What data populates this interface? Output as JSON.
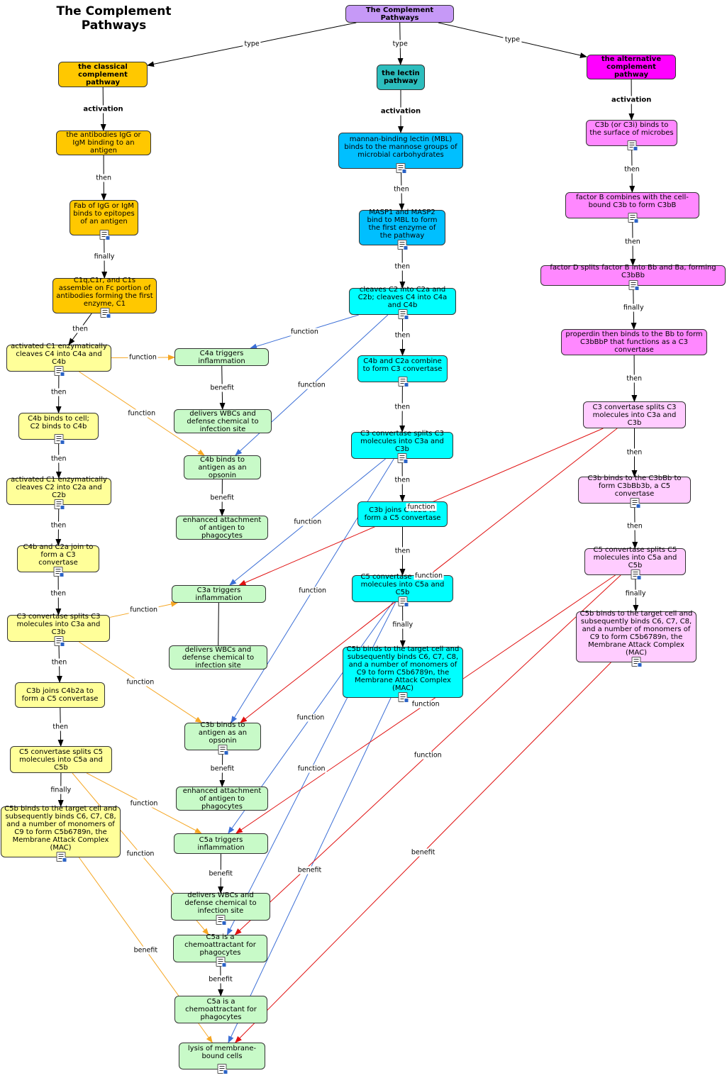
{
  "title": "The Complement\nPathways",
  "colors": {
    "black": "#000000",
    "orange": "#f5a623",
    "blue": "#3c6fd6",
    "red": "#e01010"
  },
  "nodes": [
    {
      "id": "root",
      "text": "The Complement Pathways",
      "fill": "#c699f7",
      "bold": true
    },
    {
      "id": "classical",
      "text": "the classical complement pathway",
      "fill": "#ffc800",
      "bold": true
    },
    {
      "id": "lectin",
      "text": "the lectin pathway",
      "fill": "#2cbdbd",
      "bold": true
    },
    {
      "id": "alt",
      "text": "the alternative complement pathway",
      "fill": "#ff00ff",
      "bold": true
    },
    {
      "id": "cl1",
      "text": "the antibodies IgG or IgM binding to an antigen",
      "fill": "#ffc800"
    },
    {
      "id": "cl2",
      "text": "Fab of IgG or IgM binds to epitopes of an antigen",
      "fill": "#ffc800",
      "icon": true
    },
    {
      "id": "cl3",
      "text": "C1q,C1r, and C1s assemble on Fc portion of antibodies forming the first enzyme, C1",
      "fill": "#ffc800",
      "icon": true
    },
    {
      "id": "cy1",
      "text": "activated C1 enzymatically cleaves C4 into C4a and C4b",
      "fill": "#ffff99",
      "icon": true
    },
    {
      "id": "cy2",
      "text": "C4b binds to cell; C2 binds to C4b",
      "fill": "#ffff99",
      "icon": true
    },
    {
      "id": "cy3",
      "text": "activated C1 enzymatically cleaves C2 into C2a and C2b",
      "fill": "#ffff99",
      "icon": true
    },
    {
      "id": "cy4",
      "text": "C4b and C2a join to form a C3 convertase",
      "fill": "#ffff99",
      "icon": true
    },
    {
      "id": "cy5",
      "text": "C3 convertase splits C3 molecules into C3a and C3b",
      "fill": "#ffff99",
      "icon": true
    },
    {
      "id": "cy6",
      "text": "C3b joins C4b2a to form a C5 convertase",
      "fill": "#ffff99"
    },
    {
      "id": "cy7",
      "text": "C5 convertase splits C5 molecules into C5a and C5b",
      "fill": "#ffff99"
    },
    {
      "id": "cy8",
      "text": "C5b binds to the target cell and subsequently binds C6, C7, C8, and a number of monomers of C9 to form C5b6789n, the Membrane Attack Complex (MAC)",
      "fill": "#ffff99",
      "icon": true
    },
    {
      "id": "g1",
      "text": "C4a triggers inflammation",
      "fill": "#c8fac8"
    },
    {
      "id": "g2",
      "text": "delivers WBCs and defense chemical to infection site",
      "fill": "#c8fac8"
    },
    {
      "id": "g3",
      "text": "C4b binds to antigen as an opsonin",
      "fill": "#c8fac8"
    },
    {
      "id": "g4",
      "text": "enhanced attachment of antigen to phagocytes",
      "fill": "#c8fac8"
    },
    {
      "id": "g5",
      "text": "C3a triggers inflammation",
      "fill": "#c8fac8"
    },
    {
      "id": "g6",
      "text": "delivers WBCs and defense chemical to infection site",
      "fill": "#c8fac8"
    },
    {
      "id": "g7",
      "text": "C3b binds to antigen as an opsonin",
      "fill": "#c8fac8",
      "icon": true
    },
    {
      "id": "g8",
      "text": "enhanced attachment of antigen to phagocytes",
      "fill": "#c8fac8"
    },
    {
      "id": "g9",
      "text": "C5a triggers inflammation",
      "fill": "#c8fac8"
    },
    {
      "id": "g10",
      "text": "delivers WBCs and defense chemical to infection site",
      "fill": "#c8fac8",
      "icon": true
    },
    {
      "id": "g11",
      "text": "C5a is a chemoattractant for phagocytes",
      "fill": "#c8fac8",
      "icon": true
    },
    {
      "id": "g12",
      "text": "C5a is a chemoattractant for phagocytes",
      "fill": "#c8fac8"
    },
    {
      "id": "g13",
      "text": "lysis of membrane-bound cells",
      "fill": "#c8fac8",
      "icon": true
    },
    {
      "id": "b1",
      "text": "mannan-binding lectin (MBL) binds to the mannose groups of microbial carbohydrates",
      "fill": "#00bfff",
      "icon": true
    },
    {
      "id": "b2",
      "text": "MASP1 and MASP2 bind to MBL to form the first enzyme of the pathway",
      "fill": "#00bfff",
      "icon": true
    },
    {
      "id": "t1",
      "text": "cleaves C2 into C2a and C2b; cleaves C4 into C4a and C4b",
      "fill": "#00ffff",
      "icon": true
    },
    {
      "id": "t2",
      "text": "C4b and C2a combine to form C3 convertase",
      "fill": "#00ffff",
      "icon": true
    },
    {
      "id": "t3",
      "text": "C3 convertase splits C3 molecules into C3a and C3b",
      "fill": "#00ffff",
      "icon": true
    },
    {
      "id": "t4",
      "text": "C3b joins C4b2a to form a C5 convertase",
      "fill": "#00ffff"
    },
    {
      "id": "t5",
      "text": "C5 convertase splits C5 molecules into C5a and C5b",
      "fill": "#00ffff",
      "icon": true
    },
    {
      "id": "t6",
      "text": "C5b binds to the target cell and subsequently binds C6, C7, C8, and a number of monomers of C9 to form C5b6789n, the Membrane Attack Complex (MAC)",
      "fill": "#00ffff",
      "icon": true
    },
    {
      "id": "p1",
      "text": "C3b (or C3i) binds to the surface of microbes",
      "fill": "#ff88ff",
      "icon": true
    },
    {
      "id": "p2",
      "text": "factor B combines with the cell-bound C3b to form C3bB",
      "fill": "#ff88ff",
      "icon": true
    },
    {
      "id": "p3",
      "text": "factor D splits factor B into Bb and Ba, forming C3bBb",
      "fill": "#ff88ff",
      "icon": true
    },
    {
      "id": "p4",
      "text": "properdin then binds to the Bb to form C3bBbP that functions as a C3 convertase",
      "fill": "#ff88ff"
    },
    {
      "id": "q1",
      "text": "C3 convertase splits C3 molecules into C3a and C3b",
      "fill": "#ffccff"
    },
    {
      "id": "q2",
      "text": "C3b binds to the C3bBb to form C3bBb3b, a C5 convertase",
      "fill": "#ffccff",
      "icon": true
    },
    {
      "id": "q3",
      "text": "C5 convertase splits C5 molecules into C5a and C5b",
      "fill": "#ffccff",
      "icon": true
    },
    {
      "id": "q4",
      "text": "C5b binds to the target cell and subsequently binds C6, C7, C8, and a number of monomers of C9 to form C5b6789n, the Membrane Attack Complex (MAC)",
      "fill": "#ffccff",
      "icon": true
    }
  ],
  "edge_labels": {
    "type": "type",
    "activation": "activation",
    "then": "then",
    "finally": "finally",
    "function": "function",
    "benefit": "benefit"
  },
  "edges": [
    {
      "from": "root",
      "to": "classical",
      "label": "type",
      "color": "black"
    },
    {
      "from": "root",
      "to": "lectin",
      "label": "type",
      "color": "black"
    },
    {
      "from": "root",
      "to": "alt",
      "label": "type",
      "color": "black"
    },
    {
      "from": "classical",
      "to": "cl1",
      "label": "activation",
      "color": "black"
    },
    {
      "from": "cl1",
      "to": "cl2",
      "label": "then",
      "color": "black"
    },
    {
      "from": "cl2",
      "to": "cl3",
      "label": "finally",
      "color": "black"
    },
    {
      "from": "cl3",
      "to": "cy1",
      "label": "then",
      "color": "black"
    },
    {
      "from": "cy1",
      "to": "cy2",
      "label": "then",
      "color": "black"
    },
    {
      "from": "cy2",
      "to": "cy3",
      "label": "then",
      "color": "black"
    },
    {
      "from": "cy3",
      "to": "cy4",
      "label": "then",
      "color": "black"
    },
    {
      "from": "cy4",
      "to": "cy5",
      "label": "then",
      "color": "black"
    },
    {
      "from": "cy5",
      "to": "cy6",
      "label": "then",
      "color": "black"
    },
    {
      "from": "cy6",
      "to": "cy7",
      "label": "then",
      "color": "black"
    },
    {
      "from": "cy7",
      "to": "cy8",
      "label": "finally",
      "color": "black"
    },
    {
      "from": "lectin",
      "to": "b1",
      "label": "activation",
      "color": "black"
    },
    {
      "from": "b1",
      "to": "b2",
      "label": "then",
      "color": "black"
    },
    {
      "from": "b2",
      "to": "t1",
      "label": "then",
      "color": "black"
    },
    {
      "from": "t1",
      "to": "t2",
      "label": "then",
      "color": "black"
    },
    {
      "from": "t2",
      "to": "t3",
      "label": "then",
      "color": "black"
    },
    {
      "from": "t3",
      "to": "t4",
      "label": "then",
      "color": "black"
    },
    {
      "from": "t4",
      "to": "t5",
      "label": "then",
      "color": "black"
    },
    {
      "from": "t5",
      "to": "t6",
      "label": "finally",
      "color": "black"
    },
    {
      "from": "alt",
      "to": "p1",
      "label": "activation",
      "color": "black"
    },
    {
      "from": "p1",
      "to": "p2",
      "label": "then",
      "color": "black"
    },
    {
      "from": "p2",
      "to": "p3",
      "label": "then",
      "color": "black"
    },
    {
      "from": "p3",
      "to": "p4",
      "label": "finally",
      "color": "black"
    },
    {
      "from": "p4",
      "to": "q1",
      "label": "then",
      "color": "black"
    },
    {
      "from": "q1",
      "to": "q2",
      "label": "then",
      "color": "black"
    },
    {
      "from": "q2",
      "to": "q3",
      "label": "then",
      "color": "black"
    },
    {
      "from": "q3",
      "to": "q4",
      "label": "finally",
      "color": "black"
    },
    {
      "from": "g1",
      "to": "g2",
      "label": "benefit",
      "color": "black"
    },
    {
      "from": "g3",
      "to": "g4",
      "label": "benefit",
      "color": "black"
    },
    {
      "from": "g5",
      "to": "g6",
      "label": "",
      "color": "black",
      "noarrow": true
    },
    {
      "from": "g7",
      "to": "g8",
      "label": "benefit",
      "color": "black"
    },
    {
      "from": "g9",
      "to": "g10",
      "label": "benefit",
      "color": "black"
    },
    {
      "from": "g11",
      "to": "g12",
      "label": "benefit",
      "color": "black"
    },
    {
      "from": "cy1",
      "to": "g1",
      "label": "function",
      "color": "orange"
    },
    {
      "from": "cy1",
      "to": "g3",
      "label": "function",
      "color": "orange"
    },
    {
      "from": "cy5",
      "to": "g5",
      "label": "function",
      "color": "orange"
    },
    {
      "from": "cy5",
      "to": "g7",
      "label": "function",
      "color": "orange"
    },
    {
      "from": "cy7",
      "to": "g9",
      "label": "function",
      "color": "orange"
    },
    {
      "from": "cy7",
      "to": "g11",
      "label": "function",
      "color": "orange"
    },
    {
      "from": "cy8",
      "to": "g13",
      "label": "benefit",
      "color": "orange"
    },
    {
      "from": "t1",
      "to": "g1",
      "label": "function",
      "color": "blue"
    },
    {
      "from": "t1",
      "to": "g3",
      "label": "function",
      "color": "blue"
    },
    {
      "from": "t3",
      "to": "g5",
      "label": "function",
      "color": "blue"
    },
    {
      "from": "t3",
      "to": "g7",
      "label": "function",
      "color": "blue"
    },
    {
      "from": "t5",
      "to": "g9",
      "label": "function",
      "color": "blue"
    },
    {
      "from": "t5",
      "to": "g11",
      "label": "function",
      "color": "blue"
    },
    {
      "from": "t6",
      "to": "g13",
      "label": "benefit",
      "color": "blue"
    },
    {
      "from": "q1",
      "to": "g5",
      "label": "function",
      "color": "red"
    },
    {
      "from": "q1",
      "to": "g7",
      "label": "function",
      "color": "red"
    },
    {
      "from": "q3",
      "to": "g9",
      "label": "function",
      "color": "red"
    },
    {
      "from": "q3",
      "to": "g11",
      "label": "function",
      "color": "red"
    },
    {
      "from": "q4",
      "to": "g13",
      "label": "benefit",
      "color": "red"
    }
  ]
}
